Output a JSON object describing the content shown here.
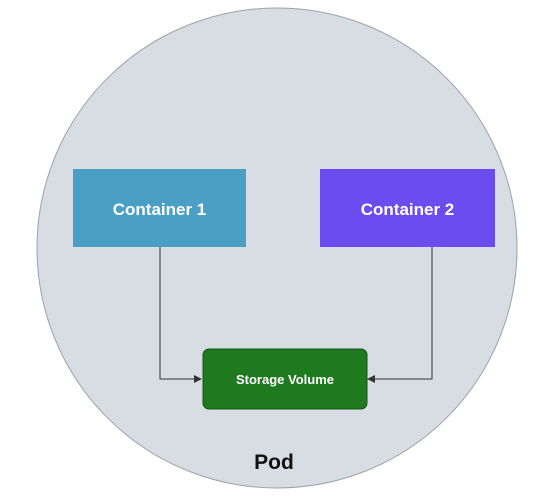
{
  "pod": {
    "label": "Pod",
    "fill_color": "#d7dde2",
    "stroke_color": "#9aa3aa"
  },
  "containers": [
    {
      "label": "Container 1",
      "fill_color": "#4aa0c4"
    },
    {
      "label": "Container 2",
      "fill_color": "#6b4cf0"
    }
  ],
  "storage": {
    "label": "Storage Volume",
    "fill_color": "#1f7a1f",
    "stroke_color": "#155215"
  },
  "connector_color": "#333333"
}
